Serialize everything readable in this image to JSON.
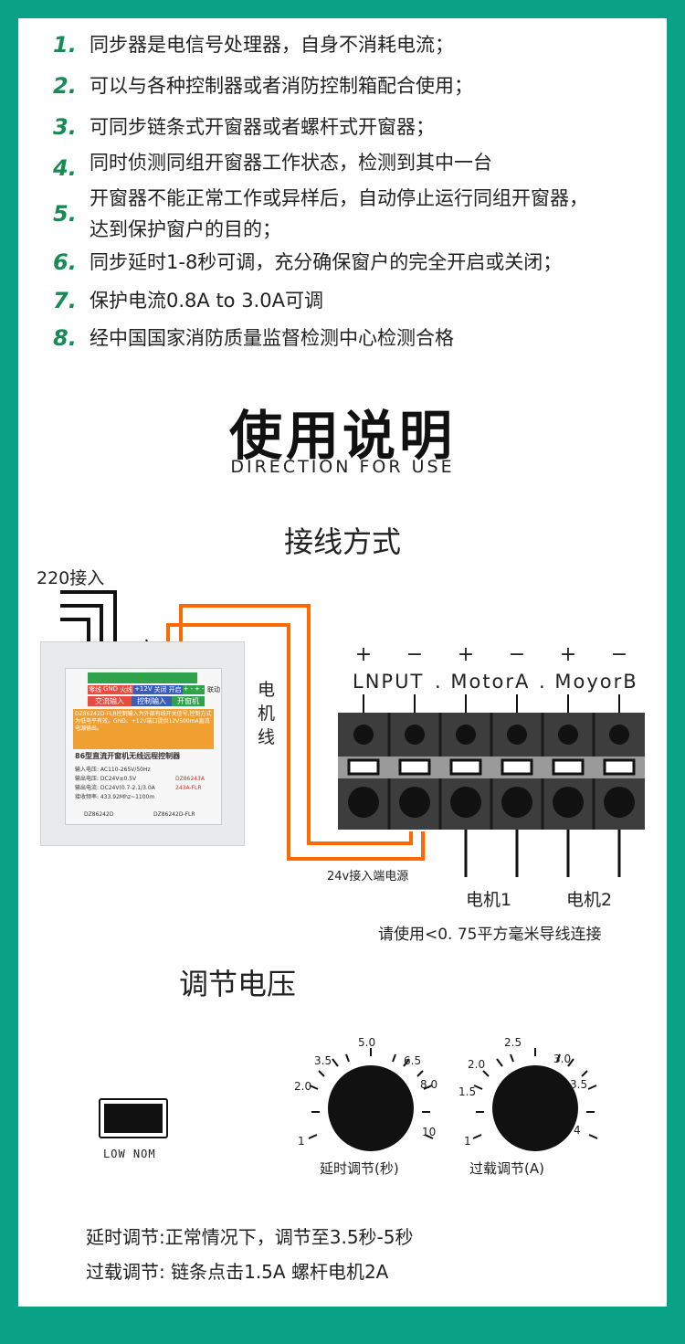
{
  "features": [
    {
      "num": "1.",
      "text": "同步器是电信号处理器，自身不消耗电流；"
    },
    {
      "num": "2.",
      "text": "可以与各种控制器或者消防控制箱配合使用；"
    },
    {
      "num": "3.",
      "text": "可同步链条式开窗器或者螺杆式开窗器；"
    },
    {
      "num": "4.",
      "text": "同时侦测同组开窗器工作状态，检测到其中一台"
    },
    {
      "num": "5.",
      "text_line1": "开窗器不能正常工作或异样后，自动停止运行同组开窗器，",
      "text_line2": "达到保护窗户的目的；"
    },
    {
      "num": "6.",
      "text": "同步延时1-8秒可调，充分确保窗户的完全开启或关闭；"
    },
    {
      "num": "7.",
      "text": "保护电流0.8A to 3.0A可调"
    },
    {
      "num": "8.",
      "text": "经中国国家消防质量监督检测中心检测合格"
    }
  ],
  "heading": {
    "title": "使用说明",
    "subtitle": "DIRECTION FOR USE"
  },
  "wiring": {
    "section_title": "接线方式",
    "input_label": "220接入",
    "motor_wire_label": "电机\n线",
    "motor_wire_chars": [
      "电",
      "机",
      "线"
    ],
    "power_label": "24v接入端电源",
    "terminal_header": [
      "LNPUT",
      ". MotorA",
      ". MoyorB"
    ],
    "polarity": [
      "+",
      "−",
      "+",
      "−",
      "+",
      "−"
    ],
    "motor1": "电机1",
    "motor2": "电机2",
    "wire_note": "请使用<0. 75平方毫米导线连接"
  },
  "device": {
    "top_labels": [
      "零线",
      "GND",
      "火线",
      "+12V",
      "关闭",
      "开启",
      "+",
      "-",
      "+",
      "-"
    ],
    "group_labels": [
      "交流输入",
      "控制输入",
      "开窗机"
    ],
    "desc": "DZ86242D-FLR控制输入为外部有线开关信号,控制方式为低电平有效。GND、+12V端口提供12V500mA直流电源输出。",
    "model_title": "86型直流开窗机无线远程控制器",
    "specs": [
      "输入电压: AC110-265V/50Hz",
      "输出电压: DC24V±0.5V",
      "输出电流: DC24V(0.7-2.1/3.0A",
      "接收频率: 433.92Mhz~1100m"
    ],
    "codes": [
      "DZ86243A",
      "243A-FLR"
    ],
    "bottom_codes": [
      "DZ86242D",
      "DZ86242D-FLR"
    ],
    "side_label": "联动"
  },
  "adjust": {
    "section_title": "调节电压",
    "switch_labels": "LOW NOM",
    "knob1": {
      "label": "延时调节(秒)",
      "ticks": [
        "1",
        "2.0",
        "3.5",
        "5.0",
        "6.5",
        "8.0",
        "10"
      ]
    },
    "knob2": {
      "label": "过载调节(A)",
      "ticks": [
        "1",
        "1.5",
        "2.0",
        "2.5",
        "3.0",
        "3.5",
        "4"
      ]
    },
    "note1": "延时调节:正常情况下，调节至3.5秒-5秒",
    "note2": "过载调节: 链条点击1.5A 螺杆电机2A"
  },
  "colors": {
    "background": "#0aa286",
    "number": "#178a56",
    "wire_orange": "#ff6a00",
    "terminal": "#3a3a3a"
  }
}
